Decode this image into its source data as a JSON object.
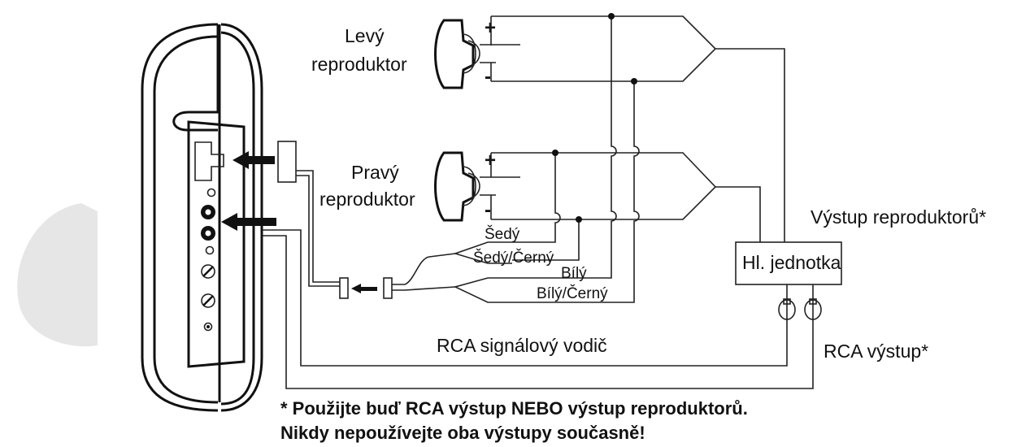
{
  "labels": {
    "left_speaker": [
      "Levý",
      "reproduktor"
    ],
    "right_speaker": [
      "Pravý",
      "reproduktor"
    ],
    "plus": "+",
    "minus": "-",
    "wire_gray": "Šedý",
    "wire_gray_black": "Šedý/Černý",
    "wire_white": "Bílý",
    "wire_white_black": "Bílý/Černý",
    "speaker_output": "Výstup reproduktorů*",
    "head_unit": "Hl. jednotka",
    "rca_output": "RCA výstup*",
    "rca_cable": "RCA signálový vodič"
  },
  "note": [
    "* Použijte buď RCA výstup NEBO výstup reproduktorů.",
    "Nikdy nepoužívejte oba výstupy současně!"
  ],
  "colors": {
    "line": "#222222",
    "background": "#ffffff",
    "watermark": "#e6e6e6"
  }
}
